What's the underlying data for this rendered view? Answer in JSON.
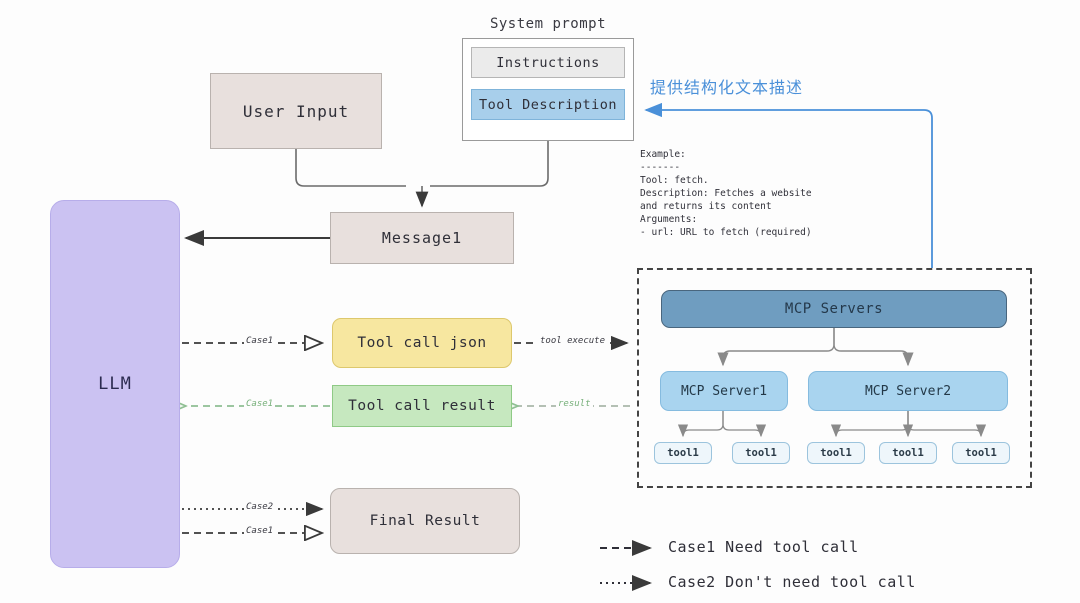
{
  "diagram": {
    "title_visible": false,
    "background": "#fdfdfd",
    "nodes": {
      "llm": "LLM",
      "user_input": "User Input",
      "message1": "Message1",
      "system_prompt_title": "System prompt",
      "instructions": "Instructions",
      "tool_description": "Tool Description",
      "tool_call_json": "Tool call json",
      "tool_call_result": "Tool call result",
      "final_result": "Final Result",
      "mcp_servers": "MCP Servers",
      "mcp_server1": "MCP Server1",
      "mcp_server2": "MCP Server2"
    },
    "tools_server1": [
      "tool1",
      "tool1"
    ],
    "tools_server2": [
      "tool1",
      "tool1",
      "tool1"
    ],
    "example_text": "Example:\n-------\nTool: fetch.\nDescription: Fetches a website\nand returns its content\nArguments:\n- url: URL to fetch (required)",
    "annotation_cn": "提供结构化文本描述",
    "edge_labels": {
      "case1_toolcall": "Case1",
      "case1_result": "Case1",
      "tool_execute": "tool execute",
      "result": "result",
      "case2_final": "Case2",
      "case1_final": "Case1"
    },
    "legend": [
      {
        "style": "dashed",
        "label": "Case1 Need tool call"
      },
      {
        "style": "dotted",
        "label": "Case2 Don't need tool call"
      }
    ],
    "colors": {
      "llm_fill": "#cbc2f2",
      "beige_fill": "#e8e0dd",
      "yellow_fill": "#f7e7a0",
      "green_fill": "#c6e8bf",
      "tool_desc_fill": "#a8cfeb",
      "mcp_header_fill": "#6f9dc0",
      "mcp_server_fill": "#a9d4ef",
      "annotation_blue": "#4a90d9",
      "result_arrow_green": "#8fbf93"
    }
  }
}
